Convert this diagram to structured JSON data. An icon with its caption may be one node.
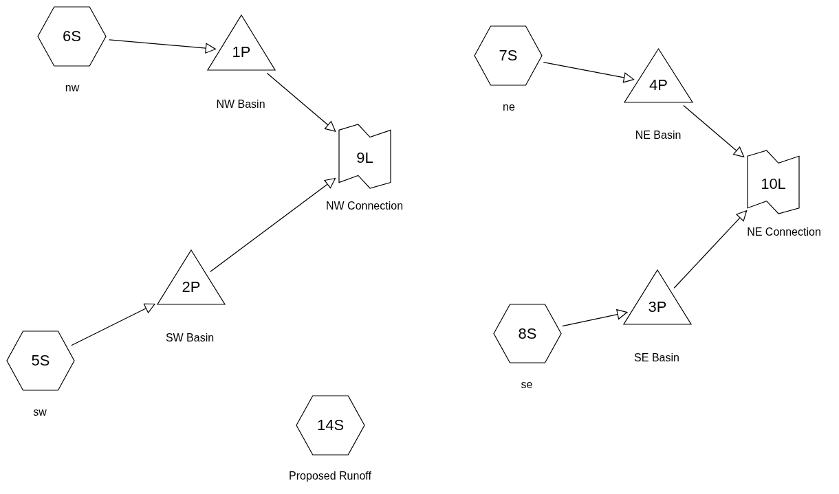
{
  "diagram": {
    "nodes": [
      {
        "text": [
          "6S"
        ],
        "beside": [
          "nw"
        ]
      },
      {
        "text": [
          "1P"
        ],
        "beside": [
          "NW Basin"
        ]
      },
      {
        "text": [
          "9L"
        ],
        "beside": [
          "NW Connection"
        ]
      },
      {
        "text": [
          "7S"
        ],
        "beside": [
          "ne"
        ]
      },
      {
        "text": [
          "4P"
        ],
        "beside": [
          "NE Basin"
        ]
      },
      {
        "text": [
          "10L"
        ],
        "beside": [
          "NE Connection"
        ]
      },
      {
        "text": [
          "2P"
        ],
        "beside": [
          "SW Basin"
        ]
      },
      {
        "text": [
          "5S"
        ],
        "beside": [
          "sw"
        ]
      },
      {
        "text": [
          "3P"
        ],
        "beside": [
          "SE Basin"
        ]
      },
      {
        "text": [
          "8S"
        ],
        "beside": [
          "se"
        ]
      },
      {
        "text": [
          "14S"
        ],
        "beside": [
          "Proposed Runoff"
        ]
      }
    ],
    "edges": [
      {
        "from": 0,
        "to": 1,
        "arrow": "to"
      },
      {
        "from": 1,
        "to": 2,
        "arrow": "to"
      },
      {
        "from": 7,
        "to": 6,
        "arrow": "to"
      },
      {
        "from": 6,
        "to": 2,
        "arrow": "to"
      },
      {
        "from": 3,
        "to": 4,
        "arrow": "to"
      },
      {
        "from": 4,
        "to": 5,
        "arrow": "to"
      },
      {
        "from": 9,
        "to": 8,
        "arrow": "to"
      },
      {
        "from": 8,
        "to": 5,
        "arrow": "to"
      }
    ]
  }
}
